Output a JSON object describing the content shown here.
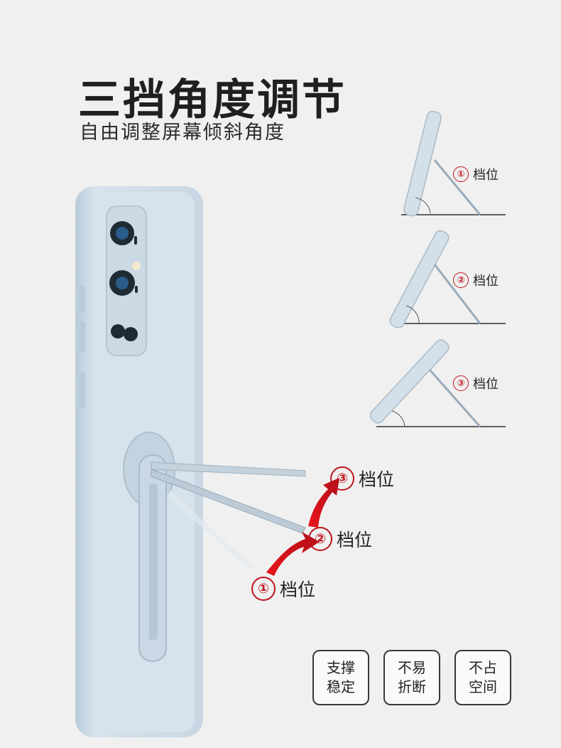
{
  "headline": "三挡角度调节",
  "subline": "自由调整屏幕倾斜角度",
  "gears_small": [
    {
      "num": "①",
      "label": "档位"
    },
    {
      "num": "②",
      "label": "档位"
    },
    {
      "num": "③",
      "label": "档位"
    }
  ],
  "gears_big": [
    {
      "num": "③",
      "label": "档位"
    },
    {
      "num": "②",
      "label": "档位"
    },
    {
      "num": "①",
      "label": "档位"
    }
  ],
  "features": [
    {
      "line1": "支撑",
      "line2": "稳定"
    },
    {
      "line1": "不易",
      "line2": "折断"
    },
    {
      "line1": "不占",
      "line2": "空间"
    }
  ],
  "colors": {
    "case": "#c9d8e4",
    "accent": "#c0141c",
    "background": "#f0f0f0"
  }
}
